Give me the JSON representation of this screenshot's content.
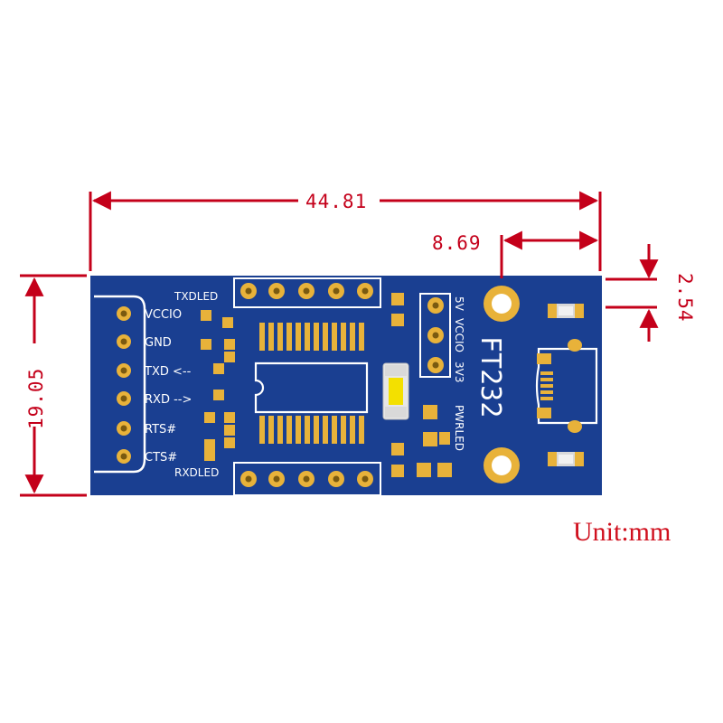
{
  "dimensions": {
    "length": "44.81",
    "hole_offset": "8.69",
    "hole_edge": "2.54",
    "width": "19.05"
  },
  "unit_label": "Unit:mm",
  "board": {
    "top_label": "TXDLED",
    "bottom_label": "RXDLED",
    "chip_label": "FT232",
    "jumper_labels": [
      "5V",
      "VCCIO",
      "3V3"
    ],
    "pwr_label": "PWRLED",
    "pins": [
      "VCCIO",
      "GND",
      "TXD <--",
      "RXD -->",
      "RTS#",
      "CTS#"
    ]
  },
  "colors": {
    "dimension": "#c4001a",
    "pcb": "#1a3f91",
    "pad": "#e8b23a",
    "silk": "#ffffff"
  }
}
